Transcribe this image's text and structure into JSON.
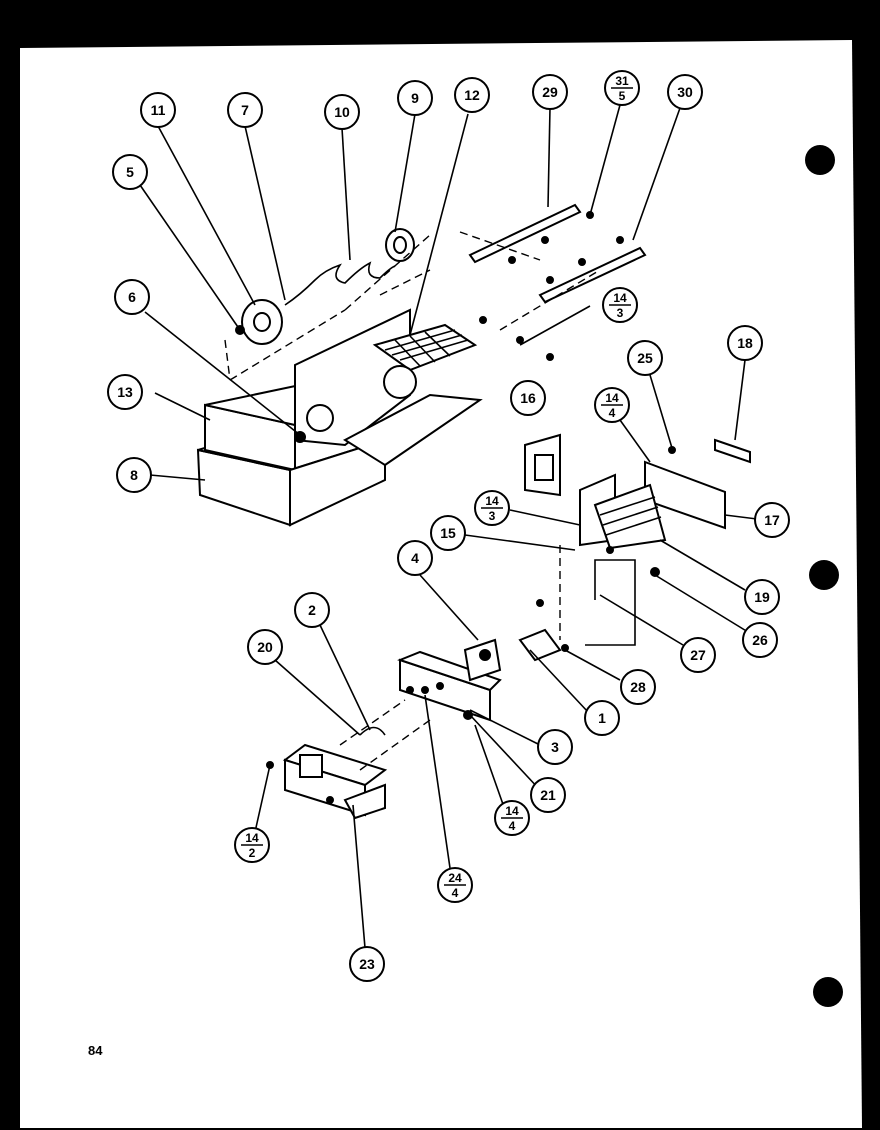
{
  "page": {
    "number": "84"
  },
  "callouts": [
    {
      "id": "c11",
      "label": "11"
    },
    {
      "id": "c7",
      "label": "7"
    },
    {
      "id": "c10",
      "label": "10"
    },
    {
      "id": "c9",
      "label": "9"
    },
    {
      "id": "c12",
      "label": "12"
    },
    {
      "id": "c29",
      "label": "29"
    },
    {
      "id": "c31-5",
      "num": "31",
      "den": "5"
    },
    {
      "id": "c30",
      "label": "30"
    },
    {
      "id": "c5",
      "label": "5"
    },
    {
      "id": "c6",
      "label": "6"
    },
    {
      "id": "c14-3a",
      "num": "14",
      "den": "3"
    },
    {
      "id": "c13",
      "label": "13"
    },
    {
      "id": "c25",
      "label": "25"
    },
    {
      "id": "c18",
      "label": "18"
    },
    {
      "id": "c16",
      "label": "16"
    },
    {
      "id": "c14-4a",
      "num": "14",
      "den": "4"
    },
    {
      "id": "c8",
      "label": "8"
    },
    {
      "id": "c17",
      "label": "17"
    },
    {
      "id": "c14-3b",
      "num": "14",
      "den": "3"
    },
    {
      "id": "c15",
      "label": "15"
    },
    {
      "id": "c19",
      "label": "19"
    },
    {
      "id": "c4",
      "label": "4"
    },
    {
      "id": "c26",
      "label": "26"
    },
    {
      "id": "c2",
      "label": "2"
    },
    {
      "id": "c27",
      "label": "27"
    },
    {
      "id": "c20",
      "label": "20"
    },
    {
      "id": "c28",
      "label": "28"
    },
    {
      "id": "c1",
      "label": "1"
    },
    {
      "id": "c3",
      "label": "3"
    },
    {
      "id": "c21",
      "label": "21"
    },
    {
      "id": "c14-4b",
      "num": "14",
      "den": "4"
    },
    {
      "id": "c14-2",
      "num": "14",
      "den": "2"
    },
    {
      "id": "c24-4",
      "num": "24",
      "den": "4"
    },
    {
      "id": "c23",
      "label": "23"
    }
  ]
}
